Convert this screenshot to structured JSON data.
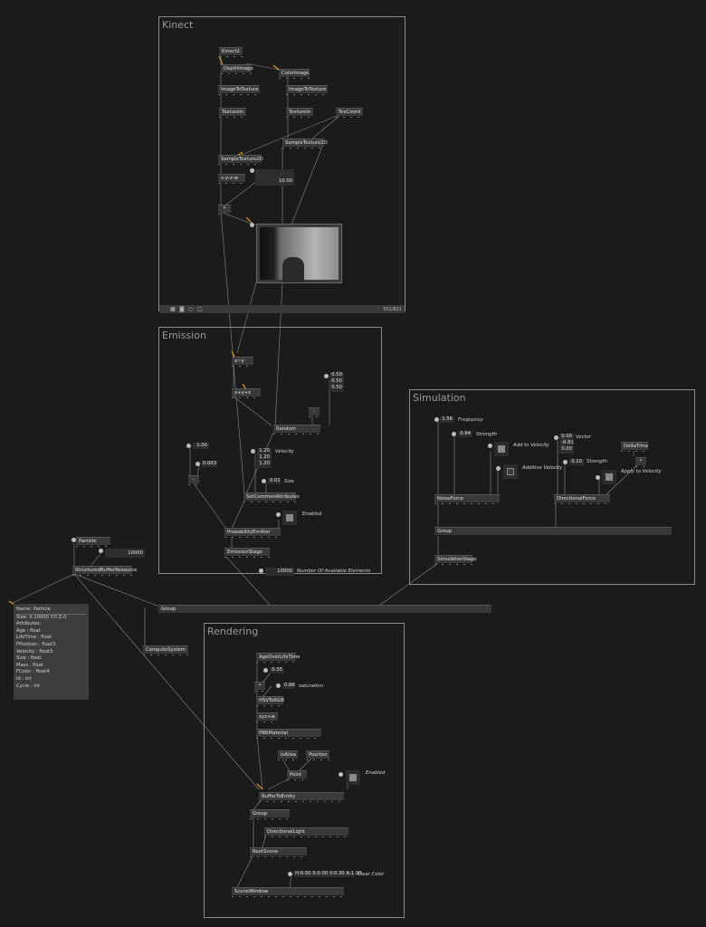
{
  "regions": {
    "kinect": "Kinect",
    "emission": "Emission",
    "simulation": "Simulation",
    "rendering": "Rendering"
  },
  "kinect": {
    "kinect2": "Kinect2",
    "depth_image": "DepthImage",
    "color_image": "ColorImage",
    "image_to_texture_1": "ImageToTexture",
    "image_to_texture_2": "ImageToTexture",
    "texture_in_1": "TextureIn",
    "texture_in_2": "TextureIn",
    "tex_coord": "TexCoord",
    "sample_texture_2d_a": "SampleTexture2D",
    "sample_texture_2d_b": "SampleTexture2D",
    "swizzle": "x-y-z-w",
    "scale_value": "10.00",
    "multiply": "*",
    "size_readout": "531/821"
  },
  "emission": {
    "xy": "x~y",
    "xyz": "x+y+z",
    "random_values": [
      "0.50",
      "0.50",
      "0.50"
    ],
    "random_minus": "-",
    "random": "Random",
    "value_1": "1.00",
    "value_2": "0.003",
    "minus": "-",
    "velocity_values": [
      "1.20",
      "1.20",
      "1.20"
    ],
    "velocity_label": "Velocity",
    "size_value": "0.01",
    "size_label": "Size",
    "set_common_attributes": "SetCommonAttributes",
    "enabled_label": "Enabled",
    "probability_emitter": "ProbabilityEmitter",
    "emission_stage": "EmissionStage",
    "available_value": "10000",
    "available_label": "Number Of Available Elements"
  },
  "simulation": {
    "frequency_value": "1.56",
    "frequency_label": "Frequency",
    "strength_value": "0.94",
    "strength_label": "Strength",
    "add_to_velocity_label": "Add to Velocity",
    "additive_velocity_label": "Additive Velocity",
    "noise_force": "NoiseForce",
    "vector_values": [
      "0.00",
      "-9.81",
      "0.00"
    ],
    "vector_label": "Vector",
    "delta_time": "DeltaTime",
    "multiply": "*",
    "dir_strength_value": "0.10",
    "dir_strength_label": "Strength",
    "apply_to_velocity_label": "Apply to Velocity",
    "directional_force": "DirectionalForce",
    "group": "Group",
    "simulation_stage": "SimulationStage"
  },
  "buffer": {
    "particle": "Particle",
    "count_value": "10000",
    "structured_buffer_resource": "StructuredBufferResource"
  },
  "main": {
    "group": "Group",
    "compute_system": "ComputeSystem"
  },
  "info_panel": {
    "name": "Name: Particle",
    "size": "Size: X:10000 Y:0 Z:0",
    "attributes_header": "Attributes:",
    "attributes": [
      "Age : float",
      "LifeTime : float",
      "FPosition : float3",
      "Velocity : float3",
      "Size : float",
      "Mass : float",
      "FColor : float4",
      "Id : int",
      "Cycle : int"
    ]
  },
  "rendering": {
    "age_over_lifetime": "AgeOverLifeTime",
    "value_1": "0.35",
    "saturation_value": "0.86",
    "saturation_label": "saturation",
    "hsv_to_rgb": "HSVToRGB",
    "xyz_w": "xyz+w",
    "pbr_material": "PBRMaterial",
    "is_alive": "IsAlive",
    "position": "Position",
    "point": "Point",
    "enabled_label": "Enabled",
    "buffer_to_entity": "BufferToEntity",
    "group": "Group",
    "directional_light": "DirectionalLight",
    "root_scene": "RootScene",
    "clear_color_value": "H:0.00 S:0.00 V:0.30 A:1.00",
    "clear_color_label": "Clear Color",
    "scene_window": "SceneWindow"
  },
  "colors": {
    "background": "#1b1b1b",
    "node": "#3a3a3a",
    "link": "#9a9a9a",
    "highlight_link": "#e0a020",
    "region_border": "#8a8a8a"
  }
}
